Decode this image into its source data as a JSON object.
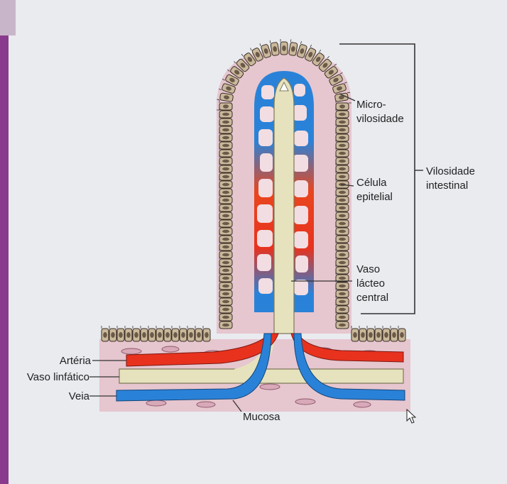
{
  "labels": {
    "microvilli": [
      "Micro-",
      "vilosidade"
    ],
    "epithelial_cell": [
      "Célula",
      "epitelial"
    ],
    "lacteal": [
      "Vaso",
      "lácteo",
      "central"
    ],
    "villus": [
      "Vilosidade",
      "intestinal"
    ],
    "artery": "Artéria",
    "lymph_vessel": "Vaso linfático",
    "vein": "Veia",
    "mucosa": "Mucosa"
  },
  "colors": {
    "background": "#e8eaee",
    "tissue": "#e6c6cf",
    "artery": "#e8321e",
    "vein": "#2a82d8",
    "lymph": "#e6e2bd",
    "cell": "#c9b89b",
    "cell_outline": "#3a2e24",
    "slide_edge": "#8a3a8c"
  }
}
